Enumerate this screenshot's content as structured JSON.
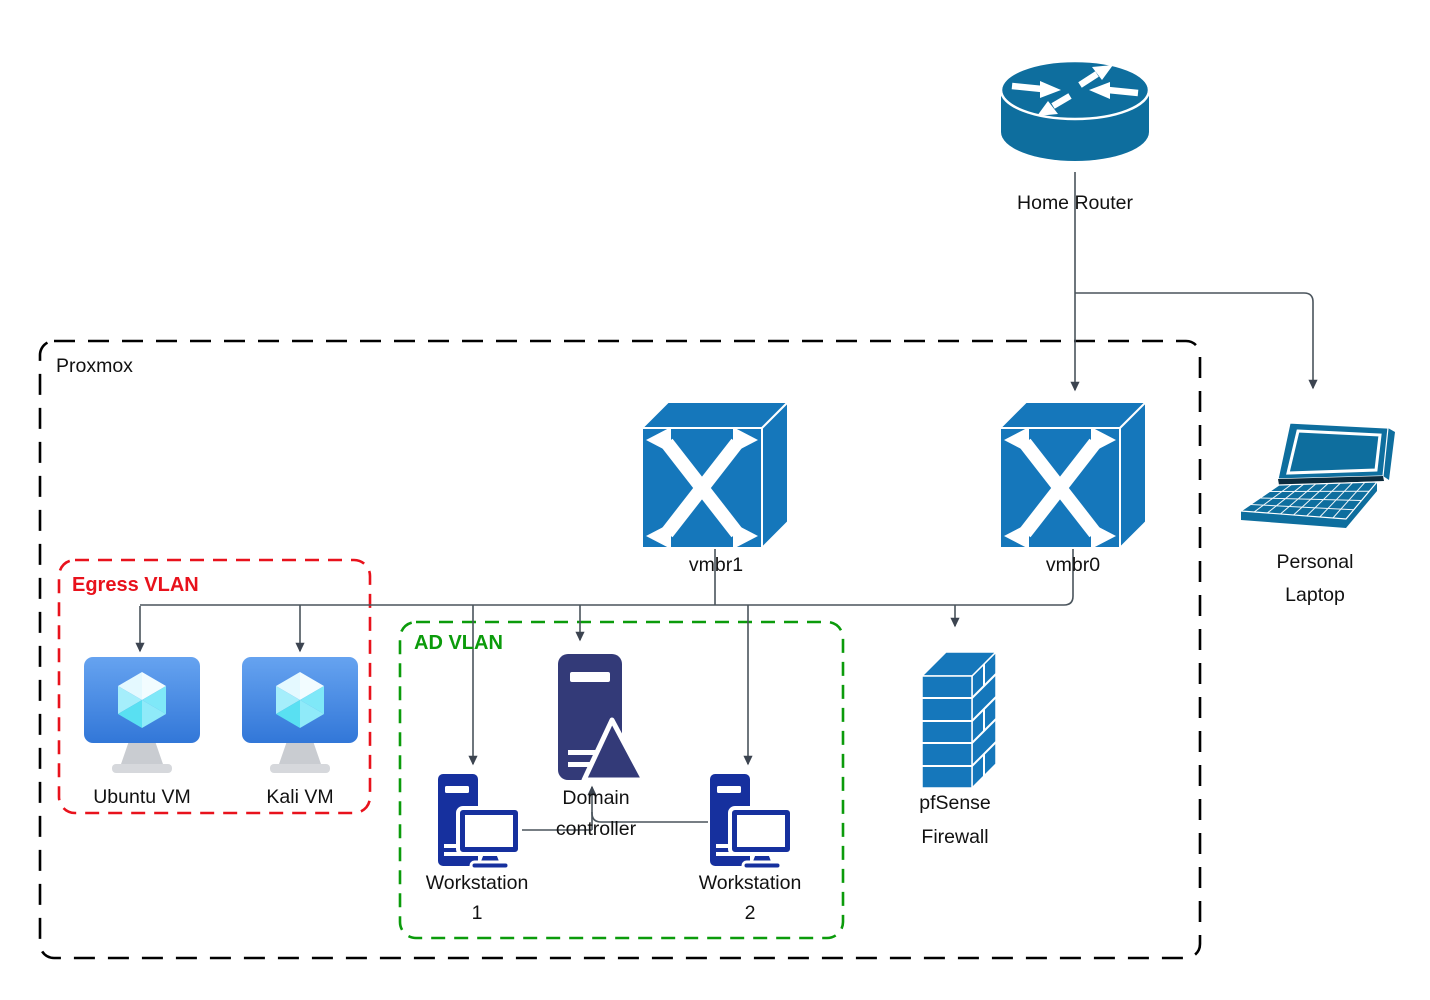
{
  "theme": {
    "colors": {
      "teal": "#0e6e9e",
      "blue": "#1577bb",
      "navy": "#16309e",
      "dc_navy": "#333a78",
      "red": "#e8121c",
      "green": "#0b9b0b",
      "line": "#4a545c",
      "arrow": "#3c4450",
      "label_text": "#111111",
      "vm_screen_top": "#66a3f0",
      "vm_screen_bottom": "#3277d8",
      "stand": "#c9ccd1",
      "stand_base": "#d6d8dc"
    }
  },
  "diagram": {
    "groups": {
      "proxmox": {
        "label": "Proxmox",
        "border_color": "#000000"
      },
      "egress_vlan": {
        "label": "Egress VLAN",
        "border_color": "#e8121c"
      },
      "ad_vlan": {
        "label": "AD VLAN",
        "border_color": "#0b9b0b"
      }
    },
    "nodes": {
      "home_router": {
        "label": "Home Router",
        "icon": "router-icon"
      },
      "personal_laptop": {
        "label_line1": "Personal",
        "label_line2": "Laptop",
        "icon": "laptop-icon"
      },
      "vmbr1": {
        "label": "vmbr1",
        "icon": "switch-icon"
      },
      "vmbr0": {
        "label": "vmbr0",
        "icon": "switch-icon"
      },
      "pfsense": {
        "label_line1": "pfSense",
        "label_line2": "Firewall",
        "icon": "firewall-icon"
      },
      "ubuntu_vm": {
        "label": "Ubuntu VM",
        "icon": "vm-icon"
      },
      "kali_vm": {
        "label": "Kali VM",
        "icon": "vm-icon"
      },
      "domain_controller": {
        "label_line1": "Domain",
        "label_line2": "controller",
        "icon": "server-icon"
      },
      "workstation1": {
        "label_line1": "Workstation",
        "label_line2": "1",
        "icon": "workstation-icon"
      },
      "workstation2": {
        "label_line1": "Workstation",
        "label_line2": "2",
        "icon": "workstation-icon"
      }
    },
    "edges": [
      "home_router -> vmbr0",
      "home_router -> personal_laptop",
      "vmbr1 -> ubuntu_vm",
      "vmbr1 -> kali_vm",
      "vmbr1 -> workstation1",
      "vmbr1 -> domain_controller",
      "vmbr1 -> workstation2",
      "vmbr1 -> pfsense",
      "vmbr0 -> pfsense_bus",
      "workstation1 -> domain_controller",
      "workstation2 -> domain_controller"
    ]
  }
}
